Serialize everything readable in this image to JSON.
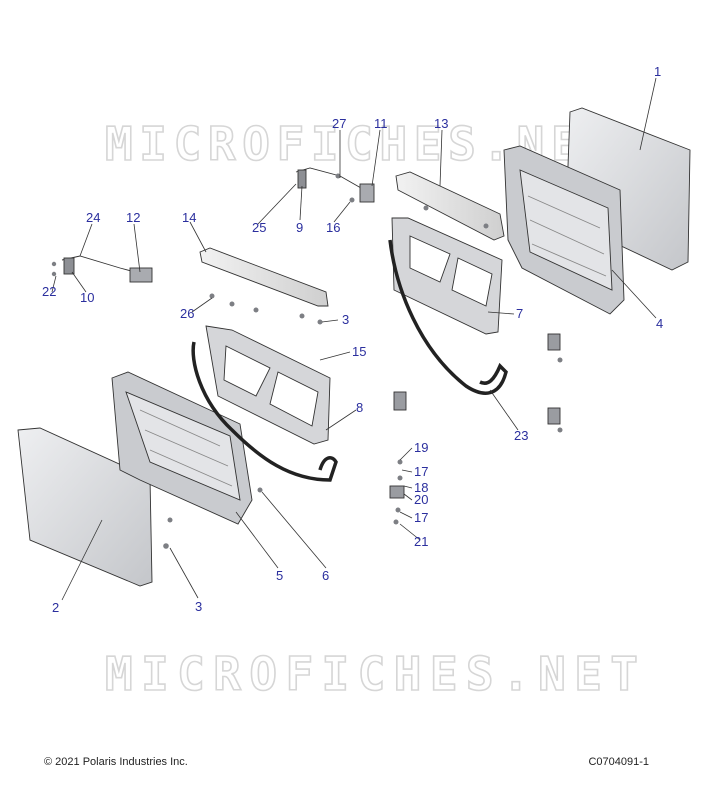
{
  "watermark": "MICROFICHES.NET",
  "footer": {
    "copyright": "© 2021 Polaris Industries Inc.",
    "drawing_id": "C0704091-1"
  },
  "callouts": [
    "1",
    "2",
    "3",
    "3",
    "4",
    "5",
    "6",
    "7",
    "8",
    "9",
    "10",
    "11",
    "12",
    "13",
    "14",
    "15",
    "16",
    "17",
    "17",
    "18",
    "19",
    "20",
    "21",
    "22",
    "23",
    "24",
    "25",
    "26",
    "27"
  ],
  "colors": {
    "callout": "#2b2f9e",
    "line": "#333333",
    "panel": "#d9dadd",
    "panel_dark": "#a9abb0"
  }
}
